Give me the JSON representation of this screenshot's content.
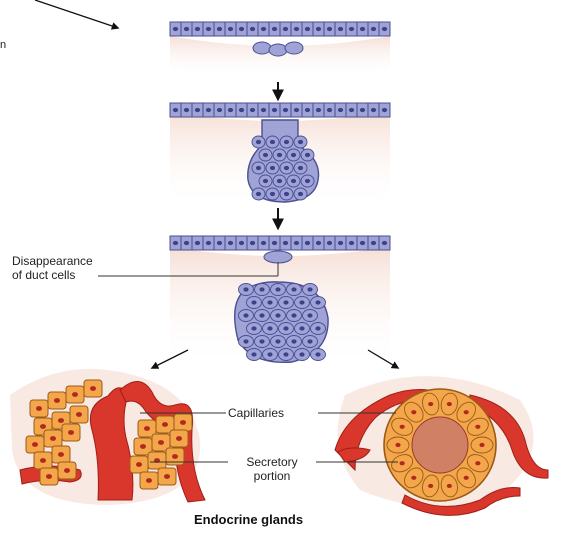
{
  "labels": {
    "duct_disappearance_line1": "Disappearance",
    "duct_disappearance_line2": "of duct cells",
    "capillaries": "Capillaries",
    "secretory_line1": "Secretory",
    "secretory_line2": "portion",
    "corner_fragment": "n"
  },
  "caption": "Endocrine glands",
  "colors": {
    "epithelium_cell": "#9fa3d6",
    "epithelium_outline": "#4a4f93",
    "connective_tissue": "#f7e4dc",
    "capillary": "#d9372b",
    "secretory_cell": "#f3a64a",
    "secretory_outline": "#9a5a18"
  },
  "icons": [
    "arrow-down-icon",
    "arrow-diagonal-icon"
  ]
}
